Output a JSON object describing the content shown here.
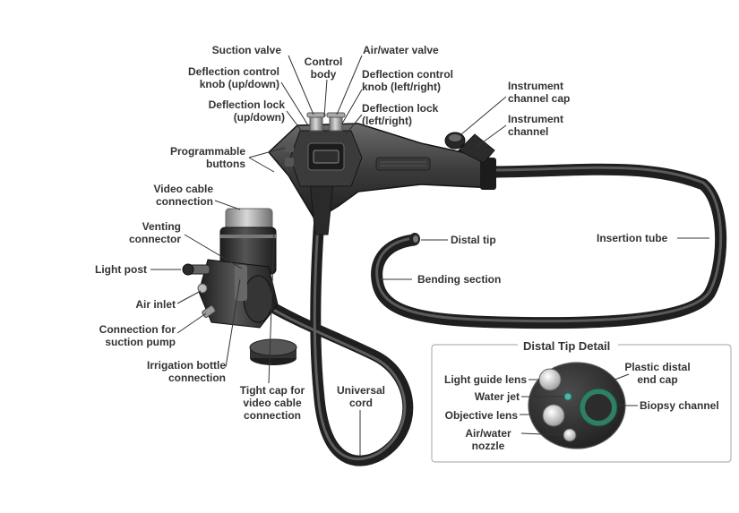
{
  "colors": {
    "body_dark": "#2b2b2b",
    "body_mid": "#4a4a4a",
    "body_light": "#8a8a8a",
    "leader": "#333333",
    "biopsy_green": "#2f7f62",
    "water_jet": "#4fb3a6"
  },
  "labels": {
    "suction_valve": "Suction valve",
    "control_body": "Control\nbody",
    "air_water_valve": "Air/water valve",
    "deflection_knob_updown": "Deflection control\nknob (up/down)",
    "deflection_knob_leftright": "Deflection control\nknob (left/right)",
    "deflection_lock_updown": "Deflection lock\n(up/down)",
    "deflection_lock_leftright": "Deflection lock\n(left/right)",
    "programmable_buttons": "Programmable\nbuttons",
    "instrument_channel_cap": "Instrument\nchannel cap",
    "instrument_channel": "Instrument\nchannel",
    "video_cable_connection": "Video cable\nconnection",
    "venting_connector": "Venting\nconnector",
    "light_post": "Light post",
    "air_inlet": "Air inlet",
    "suction_pump_connection": "Connection for\nsuction pump",
    "irrigation_bottle_connection": "Irrigation bottle\nconnection",
    "tight_cap": "Tight cap for\nvideo cable\nconnection",
    "universal_cord": "Universal\ncord",
    "distal_tip": "Distal tip",
    "insertion_tube": "Insertion tube",
    "bending_section": "Bending section"
  },
  "detail": {
    "title": "Distal Tip Detail",
    "light_guide_lens": "Light guide lens",
    "water_jet": "Water jet",
    "objective_lens": "Objective lens",
    "air_water_nozzle": "Air/water\nnozzle",
    "plastic_end_cap": "Plastic distal\nend cap",
    "biopsy_channel": "Biopsy channel"
  }
}
